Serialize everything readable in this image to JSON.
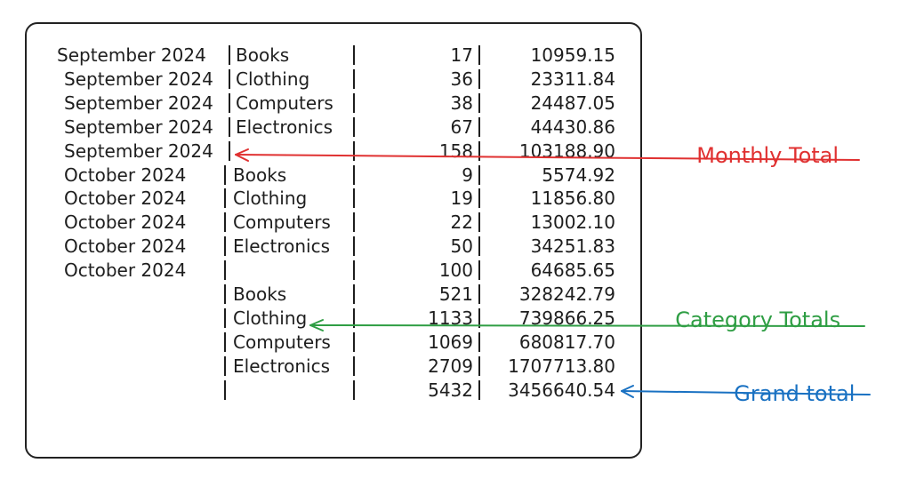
{
  "table": {
    "rows": [
      {
        "month": "September 2024",
        "category": "Books",
        "count": "17",
        "total": "10959.15"
      },
      {
        "month": "September 2024",
        "category": "Clothing",
        "count": "36",
        "total": "23311.84"
      },
      {
        "month": "September 2024",
        "category": "Computers",
        "count": "38",
        "total": "24487.05"
      },
      {
        "month": "September 2024",
        "category": "Electronics",
        "count": "67",
        "total": "44430.86"
      },
      {
        "month": "September 2024",
        "category": "",
        "count": "158",
        "total": "103188.90"
      },
      {
        "month": "October 2024",
        "category": "Books",
        "count": "9",
        "total": "5574.92"
      },
      {
        "month": "October 2024",
        "category": "Clothing",
        "count": "19",
        "total": "11856.80"
      },
      {
        "month": "October 2024",
        "category": "Computers",
        "count": "22",
        "total": "13002.10"
      },
      {
        "month": "October 2024",
        "category": "Electronics",
        "count": "50",
        "total": "34251.83"
      },
      {
        "month": "October 2024",
        "category": "",
        "count": "100",
        "total": "64685.65"
      },
      {
        "month": "",
        "category": "Books",
        "count": "521",
        "total": "328242.79"
      },
      {
        "month": "",
        "category": "Clothing",
        "count": "1133",
        "total": "739866.25"
      },
      {
        "month": "",
        "category": "Computers",
        "count": "1069",
        "total": "680817.70"
      },
      {
        "month": "",
        "category": "Electronics",
        "count": "2709",
        "total": "1707713.80"
      },
      {
        "month": "",
        "category": "",
        "count": "5432",
        "total": "3456640.54"
      }
    ]
  },
  "annotations": {
    "monthly_total": {
      "label": "Monthly Total",
      "color": "#e03131"
    },
    "category_totals": {
      "label": "Category Totals",
      "color": "#2f9e44"
    },
    "grand_total": {
      "label": "Grand total",
      "color": "#1971c2"
    }
  }
}
